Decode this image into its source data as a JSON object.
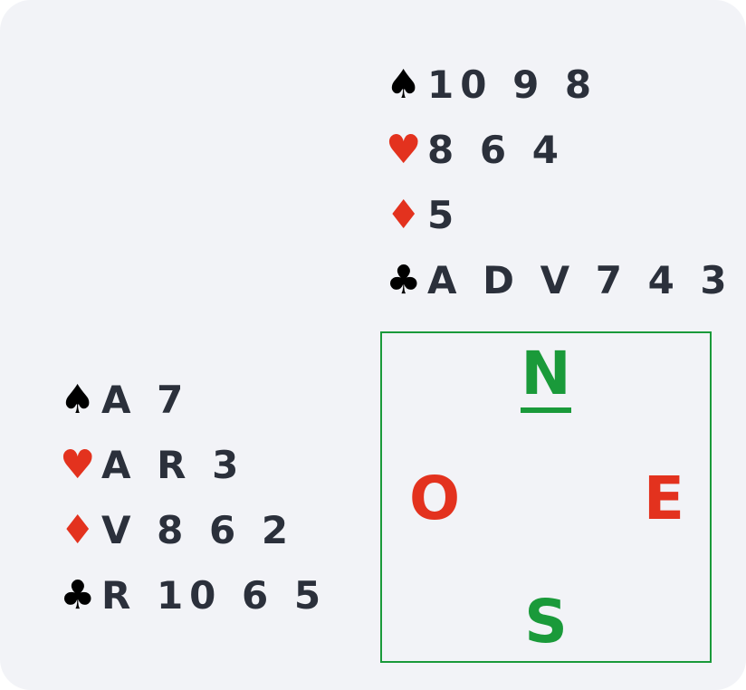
{
  "hands": {
    "north": {
      "spades": "10 9 8",
      "hearts": "8 6 4",
      "diamonds": "5",
      "clubs": "A D V 7 4 3"
    },
    "west": {
      "spades": "A 7",
      "hearts": "A R 3",
      "diamonds": "V 8 6 2",
      "clubs": "R 10 6 5"
    }
  },
  "suit_symbols": {
    "spades": "♠",
    "hearts": "♥",
    "diamonds": "♦",
    "clubs": "♣"
  },
  "compass": {
    "north": "N",
    "south": "S",
    "west": "O",
    "east": "E"
  },
  "colors": {
    "black_suit": "#000000",
    "red_suit": "#e3321e",
    "compass_green": "#1a9a3a",
    "card_text": "#2b303b",
    "background": "#f2f3f7"
  }
}
